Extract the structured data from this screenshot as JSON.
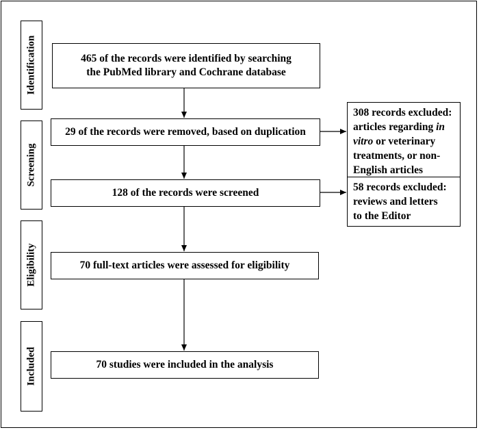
{
  "stages": {
    "identification": "Identification",
    "screening": "Screening",
    "eligibility": "Eligibility",
    "included": "Included"
  },
  "boxes": {
    "identified_line1": "465 of the records were identified by searching",
    "identified_line2": "the PubMed library and Cochrane database",
    "removed": "29 of the records were removed, based on duplication",
    "screened": "128 of the records were screened",
    "fulltext": "70 full-text articles were assessed for eligibility",
    "included": "70 studies were included in the analysis"
  },
  "excluded": {
    "first_line1": "308 records excluded:",
    "first_line2a": "articles regarding ",
    "first_line2b": "in",
    "first_line3a": "vitro",
    "first_line3b": " or veterinary",
    "first_line4": "treatments, or non-",
    "first_line5": "English articles",
    "second_line1": "58 records excluded:",
    "second_line2": "reviews and letters",
    "second_line3": "to the Editor"
  }
}
